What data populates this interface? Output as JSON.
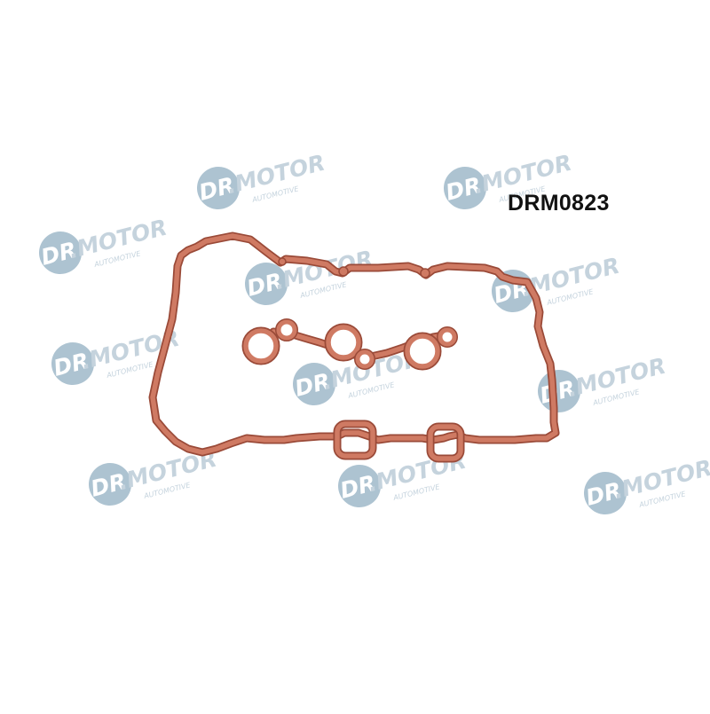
{
  "product": {
    "code": "DRM0823"
  },
  "watermark": {
    "brand_lettering": "DR.MOTOR",
    "sub_lettering": "AUTOMOTIVE",
    "color": "#9fb6c6"
  },
  "gasket": {
    "color": "#c8705a",
    "edge_color": "#9a4a38",
    "parts": [
      "valve-cover-gasket",
      "spark-plug-tube-seal-strip",
      "injector-port-seal-left",
      "injector-port-seal-right"
    ]
  }
}
